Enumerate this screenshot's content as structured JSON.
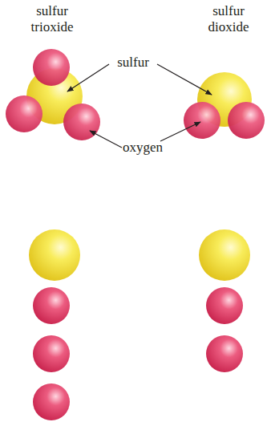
{
  "diagram": {
    "labels": [
      "sulfur trioxide",
      "sulfur dioxide",
      "sulfur",
      "oxygen"
    ]
  }
}
